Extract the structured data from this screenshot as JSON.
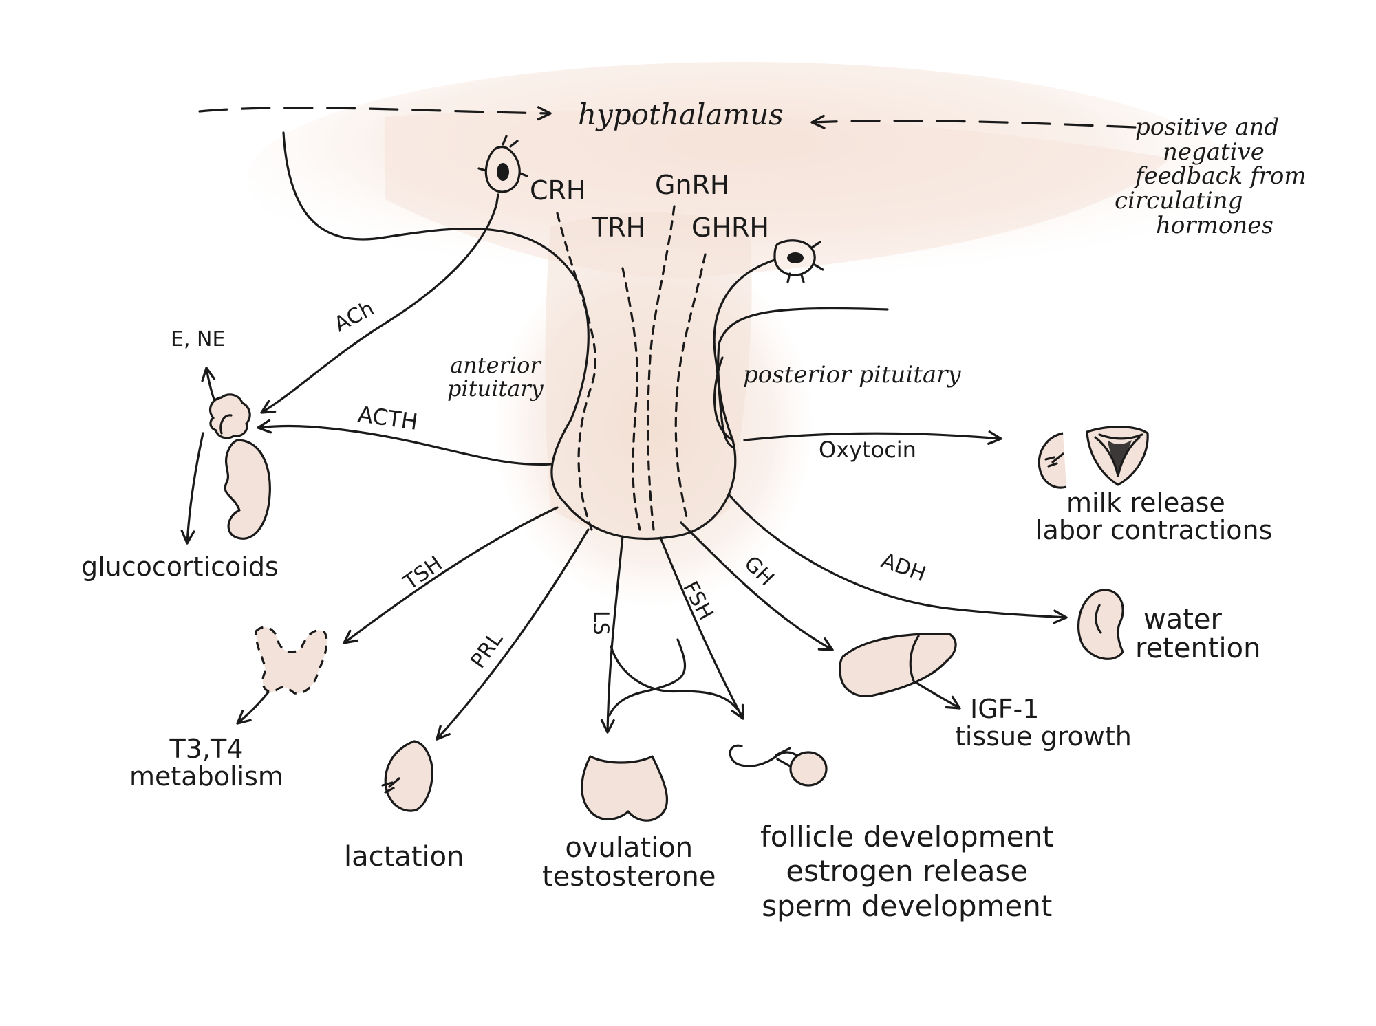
{
  "colors": {
    "ink": "#1a1a1a",
    "organ_fill": "#f3e2d9",
    "glow": "#f6e3d8",
    "background": "#ffffff"
  },
  "top": {
    "hypothalamus": "hypothalamus",
    "feedback_lines": [
      "positive and",
      "negative",
      "feedback from",
      "circulating",
      "hormones"
    ]
  },
  "releasing_hormones": {
    "crh": "CRH",
    "gnrh": "GnRH",
    "trh": "TRH",
    "ghrh": "GHRH"
  },
  "pituitary": {
    "anterior_lines": [
      "anterior",
      "pituitary"
    ],
    "posterior": "posterior pituitary"
  },
  "hormones": {
    "ach": "ACh",
    "acth": "ACTH",
    "oxytocin": "Oxytocin",
    "tsh": "TSH",
    "prl": "PRL",
    "lh": "LS",
    "fsh": "FSH",
    "gh": "GH",
    "adh": "ADH"
  },
  "effects": {
    "e_ne": "E, NE",
    "glucocorticoids": "glucocorticoids",
    "milk_lines": [
      "milk release",
      "labor contractions"
    ],
    "water_lines": [
      "water",
      "retention"
    ],
    "t3t4_lines": [
      "T3,T4",
      "metabolism"
    ],
    "igf_lines": [
      "IGF-1",
      "tissue growth"
    ],
    "lactation": "lactation",
    "ovulation_lines": [
      "ovulation",
      "testosterone"
    ],
    "follicle_lines": [
      "follicle development",
      "estrogen release",
      "sperm development"
    ]
  },
  "icons": {
    "neuron_left": "neuron-icon",
    "neuron_right": "neuron-icon",
    "adrenal_kidney": "adrenal-kidney-icon",
    "breast_milk": "breast-icon",
    "uterus": "uterus-icon",
    "kidney": "kidney-icon",
    "thyroid": "thyroid-icon",
    "liver": "liver-icon",
    "breast_lactation": "breast-icon",
    "testes": "testes-icon",
    "sperm_ovum": "sperm-ovum-icon"
  }
}
